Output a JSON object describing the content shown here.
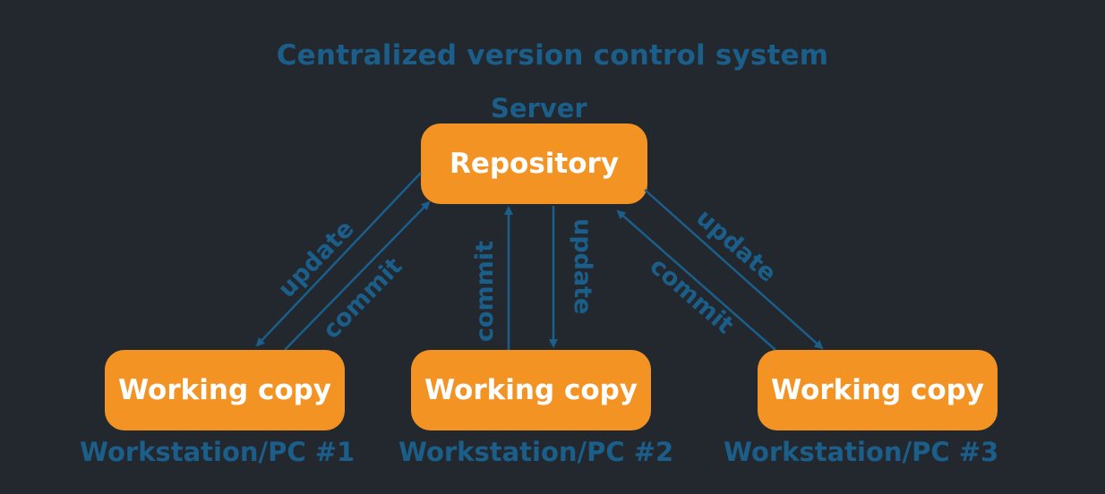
{
  "title": "Centralized version control system",
  "server": {
    "label": "Server",
    "box": "Repository"
  },
  "workstations": [
    {
      "box": "Working copy",
      "label": "Workstation/PC #1"
    },
    {
      "box": "Working copy",
      "label": "Workstation/PC #2"
    },
    {
      "box": "Working copy",
      "label": "Workstation/PC #3"
    }
  ],
  "arrow_labels": {
    "update": "update",
    "commit": "commit"
  },
  "colors": {
    "background": "#22282e",
    "box": "#f39324",
    "text_blue": "#1b5e8a",
    "arrow": "#1b5e8a",
    "box_text": "#ffffff"
  }
}
